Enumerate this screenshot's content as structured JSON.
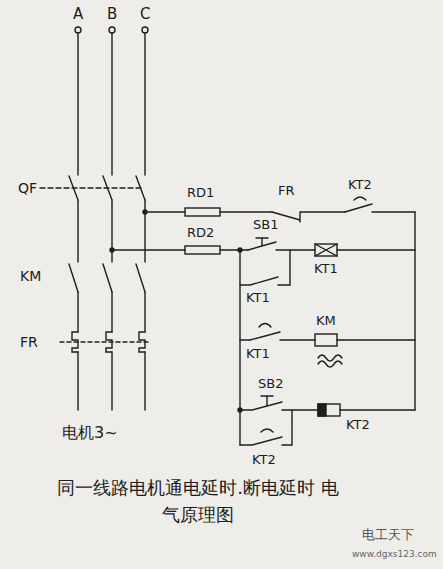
{
  "diagram": {
    "caption": "同一线路电机通电延时.断电延时 电气原理图",
    "labels": [
      "A",
      "B",
      "C",
      "QF",
      "KM",
      "FR",
      "电机3~",
      "RD1",
      "FR",
      "KT2",
      "RD2",
      "SB1",
      "KT1",
      "KT1",
      "KM",
      "KT1",
      "SB2",
      "KT2",
      "KT2",
      "电工天下",
      "www.dgxs123.com"
    ]
  }
}
